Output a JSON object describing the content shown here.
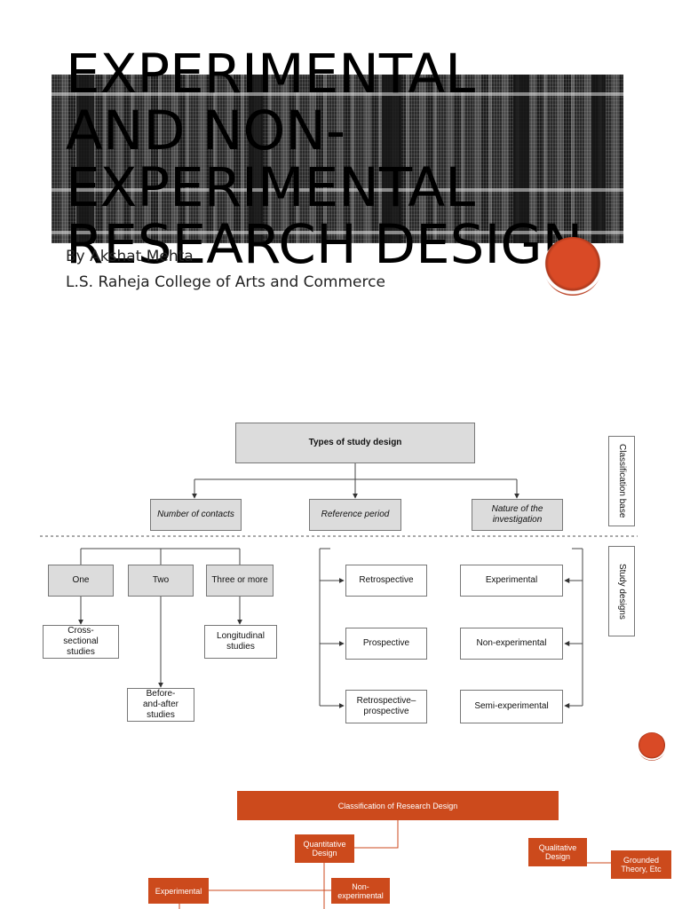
{
  "slide1": {
    "title_lines": [
      "EXPERIMENTAL",
      "AND NON-",
      "EXPERIMENTAL",
      "RESEARCH DESIGN"
    ],
    "author": "By Akshat Mehta",
    "college": "L.S. Raheja College of Arts and Commerce"
  },
  "diagram": {
    "root": "Types of study design",
    "classification_base": "Classification base",
    "study_designs": "Study designs",
    "bases": [
      "Number of contacts",
      "Reference period",
      "Nature of the investigation"
    ],
    "contacts": [
      "One",
      "Two",
      "Three or more"
    ],
    "contact_results": [
      "Cross-sectional studies",
      "Before-and-after studies",
      "Longitudinal studies"
    ],
    "reference": [
      "Retrospective",
      "Prospective",
      "Retrospective–prospective"
    ],
    "nature": [
      "Experimental",
      "Non-experimental",
      "Semi-experimental"
    ]
  },
  "slide3": {
    "root": "Classification of Research Design",
    "quantitative": "Quantitative Design",
    "qualitative": "Qualitative Design",
    "grounded": "Grounded Theory, Etc",
    "experimental": "Experimental",
    "non_experimental": "Non-experimental"
  },
  "colors": {
    "accent_orange": "#cc4a1c",
    "box_gray": "#dcdcdc"
  }
}
